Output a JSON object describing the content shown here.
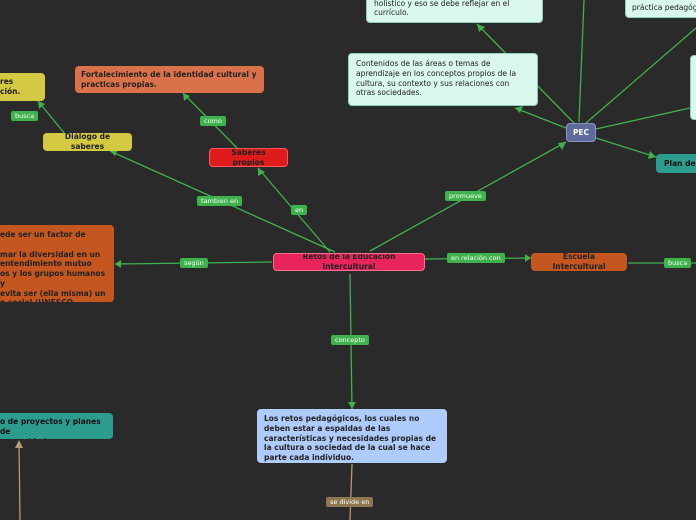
{
  "nodes": {
    "central": "Retos de la Educación intercultural",
    "saberes_propios": "Saberes propios",
    "fortalecimiento": "Fortalecimiento de la identidad cultural  y practicas propias.",
    "dialogo": "Diálogo de saberes",
    "partial_yellow": "res\nción.",
    "factor": "ede ser un factor de\n\nmar la diversidad en un\n entendimiento mutuo\nos y los grupos humanos y\nevita ser (ella misma) un\nn social (UNESCO,",
    "retos_pedagogicos": "Los retos pedagógicos, los cuales no deben estar a espaldas de las características y necesidades propias de la cultura o sociedad de la cual se hace parte cada individuo.",
    "proyectos": "o de proyectos y planes de\n comunidades.",
    "escuela": "Escuela Intercultural",
    "pec": "PEC",
    "contenidos": "Contenidos de las áreas o temas de aprendizaje en los conceptos propios de la cultura, su contexto y sus relaciones con otras sociedades.",
    "pensamiento": "El pensamiento indígena suele ser holístico y eso se debe reflejar en el currículo.",
    "practica": "práctica pedagóg",
    "plan": "Plan de"
  },
  "labels": {
    "tambien_en": "tambien en",
    "en": "en",
    "como": "como",
    "busca1": "busca",
    "segun": "según",
    "concepto": "concepto",
    "se_divide_en": "se divide en",
    "en_relacion_con": "en relación con",
    "busca2": "busca",
    "promueve": "promueve"
  },
  "colors": {
    "background": "#2b2a2b",
    "edge": "#3fb14d",
    "central": "#e8245c",
    "red": "#e01b1b",
    "orange": "#d9724a",
    "yellow": "#d3c942",
    "brown_orange": "#c4571f",
    "blue": "#aecbfb",
    "teal": "#2c9c8f",
    "mint": "#d9f7ec",
    "pec": "#5d6a9b"
  }
}
